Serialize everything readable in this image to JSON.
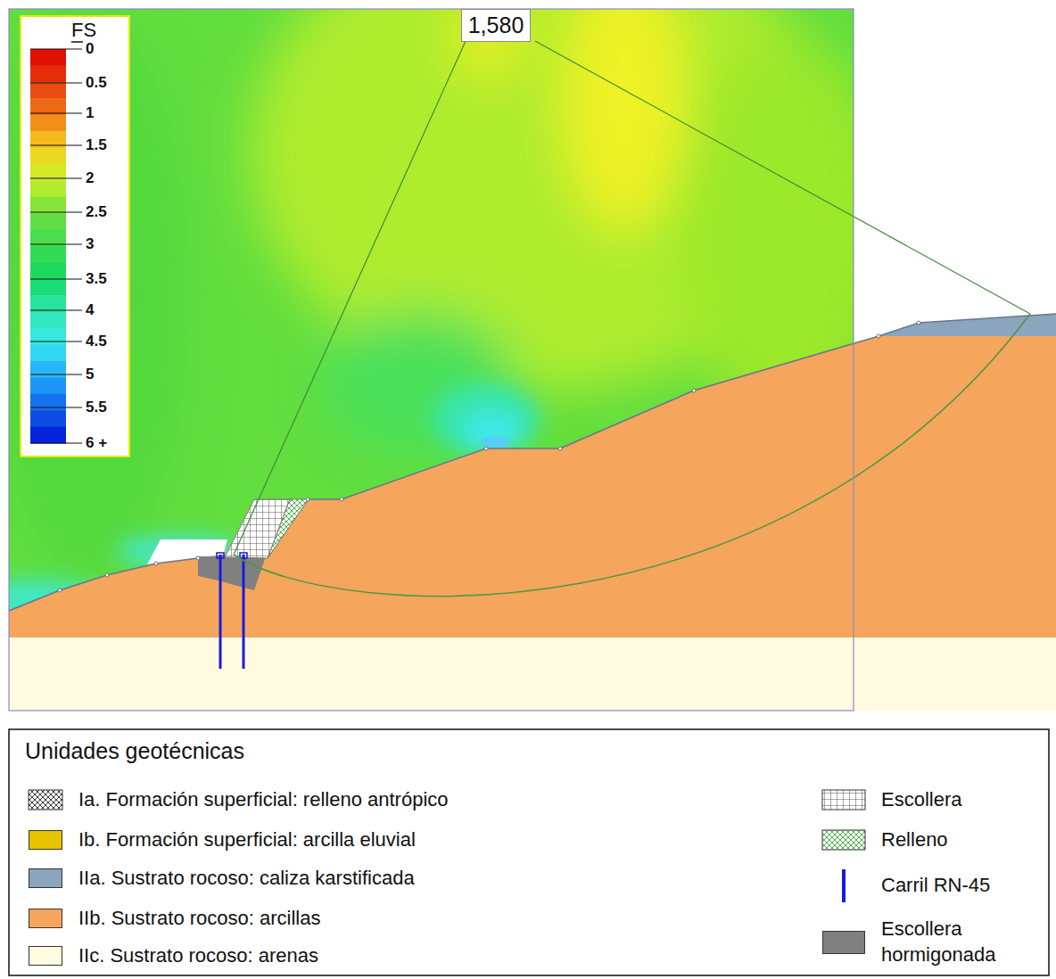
{
  "diagram": {
    "nodes": [
      {
        "text": [
          "1,580"
        ]
      }
    ],
    "labels": [
      "FS",
      "0",
      "0.5",
      "1",
      "1.5",
      "2",
      "2.5",
      "3",
      "3.5",
      "4",
      "4.5",
      "5",
      "5.5",
      "6 +",
      "Unidades geotécnicas"
    ],
    "legend": [
      {
        "text": "Ia. Formación superficial: relleno antrópico"
      },
      {
        "text": "Ib. Formación superficial: arcilla eluvial",
        "color": "#e6c400"
      },
      {
        "text": "IIa. Sustrato rocoso: caliza karstificada",
        "color": "#8aa5bd"
      },
      {
        "text": "IIb. Sustrato rocoso: arcillas",
        "color": "#f5a55c"
      },
      {
        "text": "IIc. Sustrato rocoso: arenas",
        "color": "#fffbe0"
      },
      {
        "text": "Escollera"
      },
      {
        "text": "Relleno"
      },
      {
        "text": "Carril RN-45"
      },
      {
        "text": "Escollera hormigonada",
        "color": "#808080"
      }
    ]
  }
}
